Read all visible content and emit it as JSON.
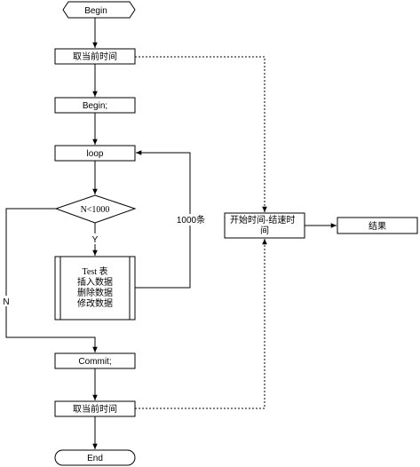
{
  "diagram": {
    "nodes": {
      "begin": "Begin",
      "get_time_1": "取当前时间",
      "begin_stmt": "Begin;",
      "loop": "loop",
      "condition": "N<1000",
      "test_table_line1": "Test 表",
      "test_table_line2": "插入数据",
      "test_table_line3": "删除数据",
      "test_table_line4": "修改数据",
      "commit": "Commit;",
      "get_time_2": "取当前时间",
      "end": "End",
      "time_diff_line1": "开始时间-结速时",
      "time_diff_line2": "间",
      "result": "结果"
    },
    "edge_labels": {
      "yes": "Y",
      "no": "N",
      "repeat": "1000条"
    },
    "colors": {
      "stroke": "#000000",
      "fill": "#ffffff"
    }
  }
}
